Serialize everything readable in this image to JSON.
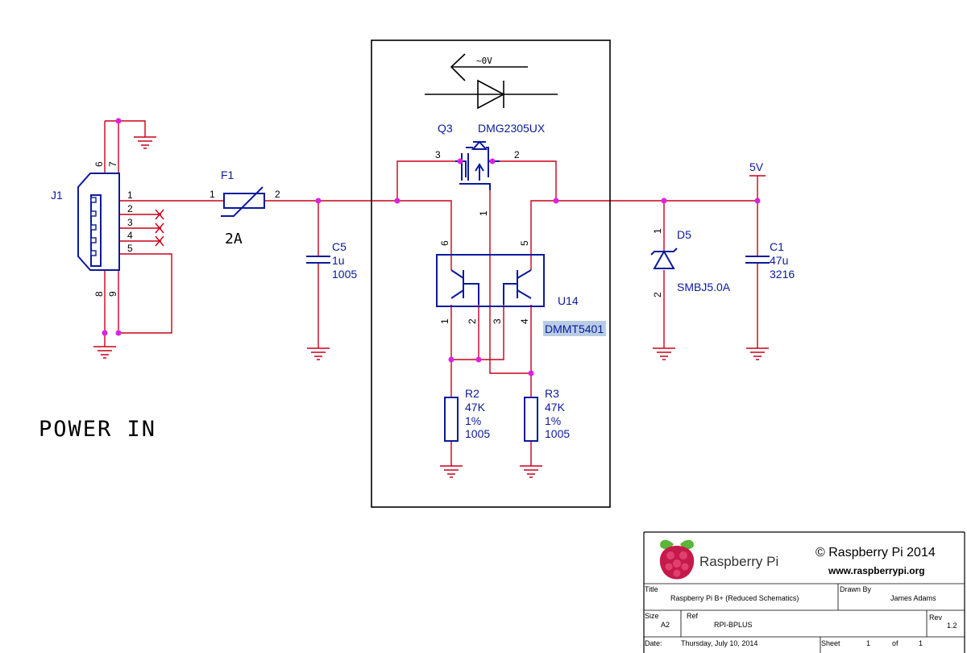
{
  "labels": {
    "power_in": "POWER IN",
    "j1": "J1",
    "f1": "F1",
    "f1_rating": "2A",
    "c5": "C5",
    "c5_value": "1u",
    "c5_package": "1005",
    "q3": "Q3",
    "q3_part": "DMG2305UX",
    "voltage_drop": "~0V",
    "u14": "U14",
    "u14_part": "DMMT5401",
    "r2": "R2",
    "r2_value": "47K",
    "r2_tol": "1%",
    "r2_package": "1005",
    "r3": "R3",
    "r3_value": "47K",
    "r3_tol": "1%",
    "r3_package": "1005",
    "d5": "D5",
    "d5_part": "SMBJ5.0A",
    "c1": "C1",
    "c1_value": "47u",
    "c1_package": "3216",
    "net_5v": "5V"
  },
  "pins": {
    "j1": [
      "1",
      "2",
      "3",
      "4",
      "5",
      "6",
      "7",
      "8",
      "9"
    ],
    "f1": [
      "1",
      "2"
    ],
    "q3": [
      "3",
      "2",
      "1"
    ],
    "u14": [
      "6",
      "5",
      "1",
      "2",
      "3",
      "4"
    ],
    "d5": [
      "1",
      "2"
    ]
  },
  "title_block": {
    "brand": "Raspberry Pi",
    "copyright": "© Raspberry Pi 2014",
    "website": "www.raspberrypi.org",
    "title_label": "Title",
    "title": "Raspberry Pi B+ (Reduced Schematics)",
    "drawn_by_label": "Drawn By",
    "drawn_by": "James Adams",
    "size_label": "Size",
    "size": "A2",
    "ref_label": "Ref",
    "ref": "RPI-BPLUS",
    "rev_label": "Rev",
    "rev": "1.2",
    "date_label": "Date:",
    "date": "Thursday, July 10, 2014",
    "sheet_label": "Sheet",
    "sheet": "1",
    "of_label": "of",
    "of": "1"
  },
  "colors": {
    "wire": "#c8001a",
    "part": "#0a1a9a",
    "junction": "#e020e0",
    "highlight": "#b8cce4"
  }
}
